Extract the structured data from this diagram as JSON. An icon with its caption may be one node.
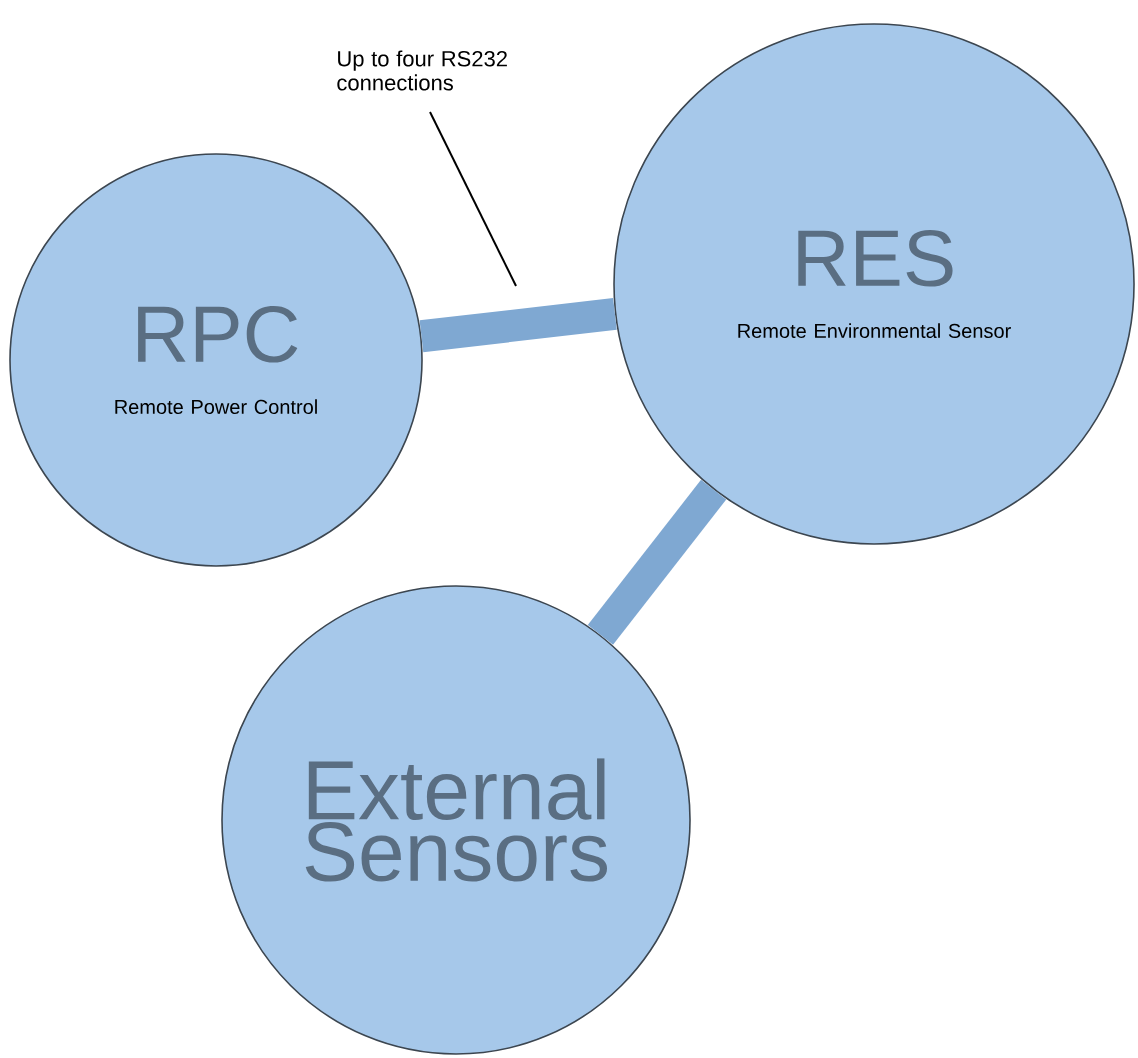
{
  "diagram": {
    "nodes": [
      {
        "text": [
          "RPC",
          "Remote Power Control"
        ]
      },
      {
        "text": [
          "RES",
          "Remote Environmental Sensor"
        ]
      },
      {
        "text": [
          "External Sensors"
        ]
      },
      {
        "text": [
          "Up to four RS232 connections"
        ]
      }
    ],
    "edges": [
      {
        "from": 0,
        "to": 1,
        "arrow": "none"
      },
      {
        "from": 2,
        "to": 1,
        "arrow": "none"
      },
      {
        "from": 3,
        "to": null,
        "arrow": "none",
        "color": "#000000"
      }
    ]
  }
}
